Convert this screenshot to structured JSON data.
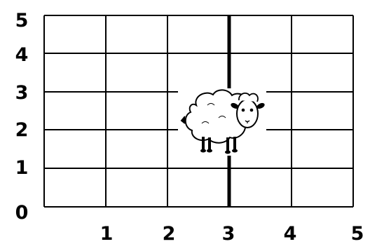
{
  "grid": {
    "x_ticks": [
      "1",
      "2",
      "3",
      "4",
      "5"
    ],
    "y_ticks": [
      "0",
      "1",
      "2",
      "3",
      "4",
      "5"
    ],
    "x_range": [
      0,
      5
    ],
    "y_range": [
      0,
      5
    ],
    "highlighted_vertical_line": 3,
    "line_color": "#000000",
    "background_color": "#ffffff"
  },
  "sheep": {
    "icon": "sheep-icon",
    "position": [
      3,
      2
    ]
  }
}
